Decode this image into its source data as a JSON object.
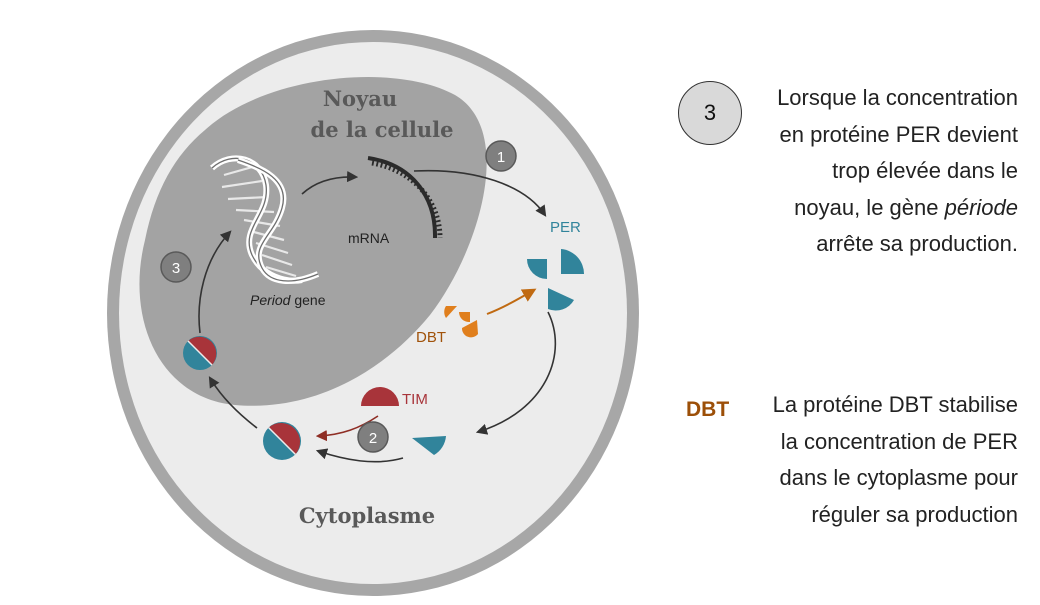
{
  "colors": {
    "outer_ring": "#a7a7a7",
    "cytoplasm": "#ececec",
    "nucleus": "#a3a3a3",
    "per_blue": "#31849b",
    "tim_red": "#a8343a",
    "dbt_orange": "#e07f1d",
    "dbt_text": "#9c4f08",
    "tim_arrow": "#8f2e25"
  },
  "diagram": {
    "nucleus_title_line1": "Noyau",
    "nucleus_title_line2": "de la cellule",
    "cytoplasm_label": "Cytoplasme",
    "mrna_label": "mRNA",
    "period_gene_italic": "Period",
    "period_gene_suffix": " gene",
    "per_label": "PER",
    "dbt_label": "DBT",
    "tim_label": "TIM",
    "step_1": "1",
    "step_2": "2",
    "step_3": "3"
  },
  "legend": {
    "badge": "3",
    "step3_lines": [
      "Lorsque la concentration",
      "en protéine PER devient",
      "trop élevée dans le"
    ],
    "step3_line4_before": "noyau, le gène ",
    "step3_line4_italic": "période",
    "step3_line5": "arrête sa production.",
    "dbt_key": "DBT",
    "dbt_lines": [
      "La protéine DBT stabilise",
      "la concentration de PER",
      "dans le cytoplasme pour",
      "réguler sa production"
    ]
  }
}
